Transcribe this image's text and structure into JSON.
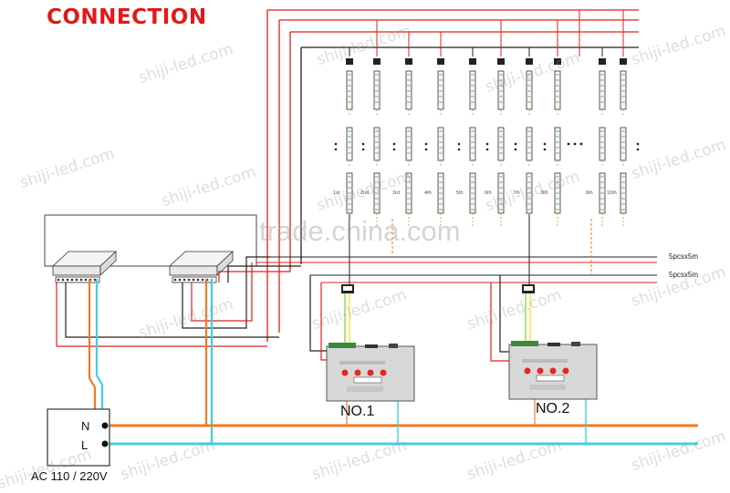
{
  "title": "CONNECTION",
  "controllers": [
    {
      "label": "NO.1"
    },
    {
      "label": "NO.2"
    }
  ],
  "power_input": {
    "label": "AC 110 / 220V",
    "terminals": [
      "N",
      "L"
    ]
  },
  "strip_runs": [
    "5pcsx5m",
    "5pcsx5m"
  ],
  "strip_numbers": [
    "1st",
    "2nd",
    "3rd",
    "4th",
    "5th",
    "6th",
    "7th",
    "8th",
    "9th",
    "10th"
  ],
  "watermark": {
    "repeat": "shiji-led.com",
    "center": "trade.china.com"
  },
  "colors": {
    "title": "#e01a1a",
    "wire_red": "#e0201f",
    "wire_black": "#222222",
    "wire_orange": "#f07a26",
    "wire_cyan": "#3fd0e0",
    "wire_green": "#7ed321"
  }
}
